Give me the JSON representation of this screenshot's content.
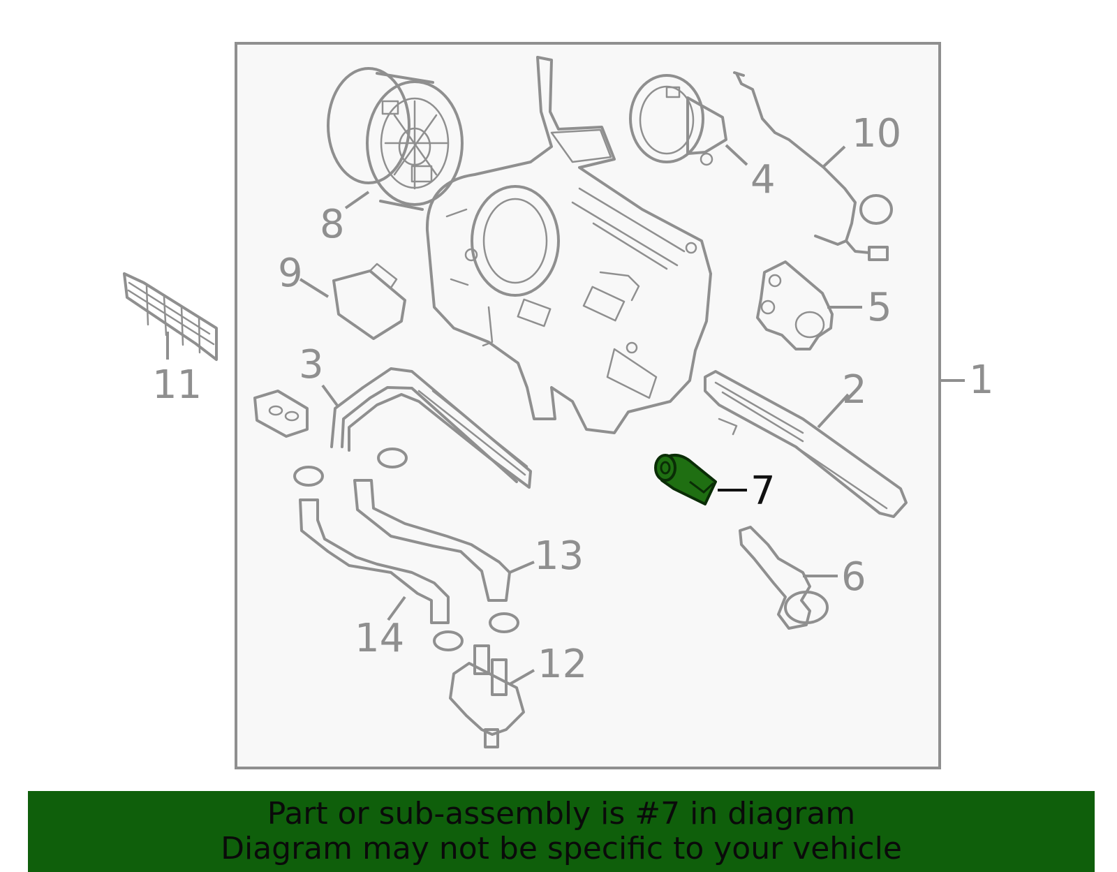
{
  "colors": {
    "line": "#8f8f8f",
    "panel": "#f8f8f8",
    "highlight_part": "#1f6f12",
    "banner_bg": "#0f5f0b",
    "banner_text": "#0a0a0a"
  },
  "callouts": [
    {
      "id": "1",
      "label": "1"
    },
    {
      "id": "2",
      "label": "2"
    },
    {
      "id": "3",
      "label": "3"
    },
    {
      "id": "4",
      "label": "4"
    },
    {
      "id": "5",
      "label": "5"
    },
    {
      "id": "6",
      "label": "6"
    },
    {
      "id": "7",
      "label": "7",
      "highlighted": true
    },
    {
      "id": "8",
      "label": "8"
    },
    {
      "id": "9",
      "label": "9"
    },
    {
      "id": "10",
      "label": "10"
    },
    {
      "id": "11",
      "label": "11"
    },
    {
      "id": "12",
      "label": "12"
    },
    {
      "id": "13",
      "label": "13"
    },
    {
      "id": "14",
      "label": "14"
    }
  ],
  "banner": {
    "line1": "Part or sub-assembly is #7 in diagram",
    "line2": "Diagram may not be specific to your vehicle"
  }
}
